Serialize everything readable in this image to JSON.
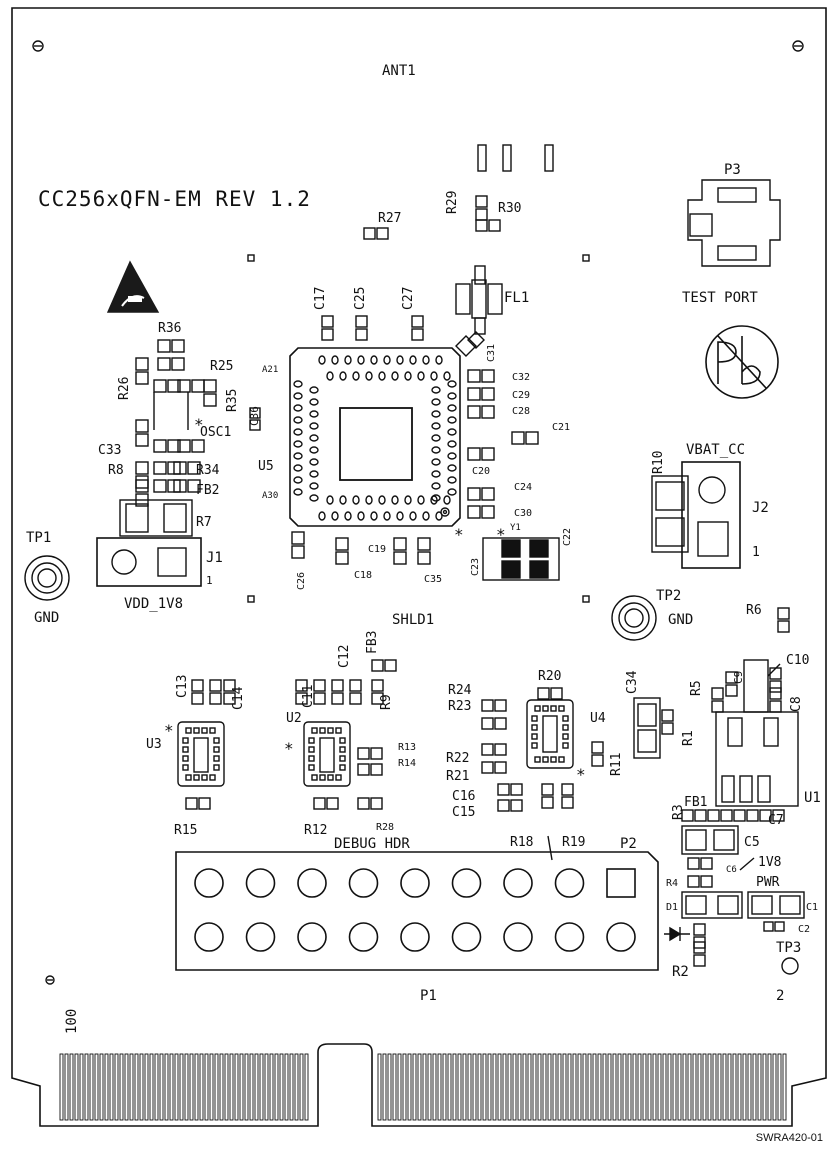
{
  "title": "CC256xQFN-EM REV 1.2",
  "figure_id": "SWRA420-01",
  "colors": {
    "ink": "#111111",
    "background": "#ffffff",
    "esd_fill": "#1a1a1a"
  },
  "labels": {
    "ant1": "ANT1",
    "p3": "P3",
    "test_port": "TEST PORT",
    "r27": "R27",
    "r29": "R29",
    "r30": "R30",
    "fl1": "FL1",
    "c31": "C31",
    "c17": "C17",
    "c25": "C25",
    "c27": "C27",
    "r36": "R36",
    "r25": "R25",
    "r26": "R26",
    "r35": "R35",
    "c36": "C36",
    "a21": "A21",
    "a30": "A30",
    "osc1": "OSC1",
    "c33": "C33",
    "r8": "R8",
    "r34": "R34",
    "fb2": "FB2",
    "r7": "R7",
    "u5": "U5",
    "c32": "C32",
    "c29": "C29",
    "c28": "C28",
    "c21": "C21",
    "c20": "C20",
    "c24": "C24",
    "c30": "C30",
    "y1": "Y1",
    "c22": "C22",
    "c23": "C23",
    "r10": "R10",
    "vbat_cc": "VBAT_CC",
    "j2": "J2",
    "j2_pin": "1",
    "tp1": "TP1",
    "gnd1": "GND",
    "j1": "J1",
    "j1_pin": "1",
    "vdd_1v8": "VDD_1V8",
    "c26": "C26",
    "c18": "C18",
    "c19": "C19",
    "c35": "C35",
    "shld1": "SHLD1",
    "tp2": "TP2",
    "gnd2": "GND",
    "r6": "R6",
    "c12": "C12",
    "fb3": "FB3",
    "c13": "C13",
    "c14": "C14",
    "c11": "C11",
    "r9": "R9",
    "u2": "U2",
    "u3": "U3",
    "r13": "R13",
    "r14": "R14",
    "r15": "R15",
    "r12": "R12",
    "r28": "R28",
    "r24": "R24",
    "r23": "R23",
    "r20": "R20",
    "u4": "U4",
    "c34": "C34",
    "r1": "R1",
    "r22": "R22",
    "r21": "R21",
    "r11": "R11",
    "c16": "C16",
    "c15": "C15",
    "r18": "R18",
    "r19": "R19",
    "c10": "C10",
    "c9": "C9",
    "r5": "R5",
    "c8": "C8",
    "u1": "U1",
    "r3": "R3",
    "fb1": "FB1",
    "c7": "C7",
    "c5": "C5",
    "c6": "C6",
    "pwr_1v8": "1V8",
    "pwr": "PWR",
    "r4": "R4",
    "d1": "D1",
    "c1": "C1",
    "c2": "C2",
    "tp3": "TP3",
    "r2": "R2",
    "debug_hdr": "DEBUG HDR",
    "p2": "P2",
    "p1": "P1",
    "pin100": "100",
    "pin2": "2"
  }
}
